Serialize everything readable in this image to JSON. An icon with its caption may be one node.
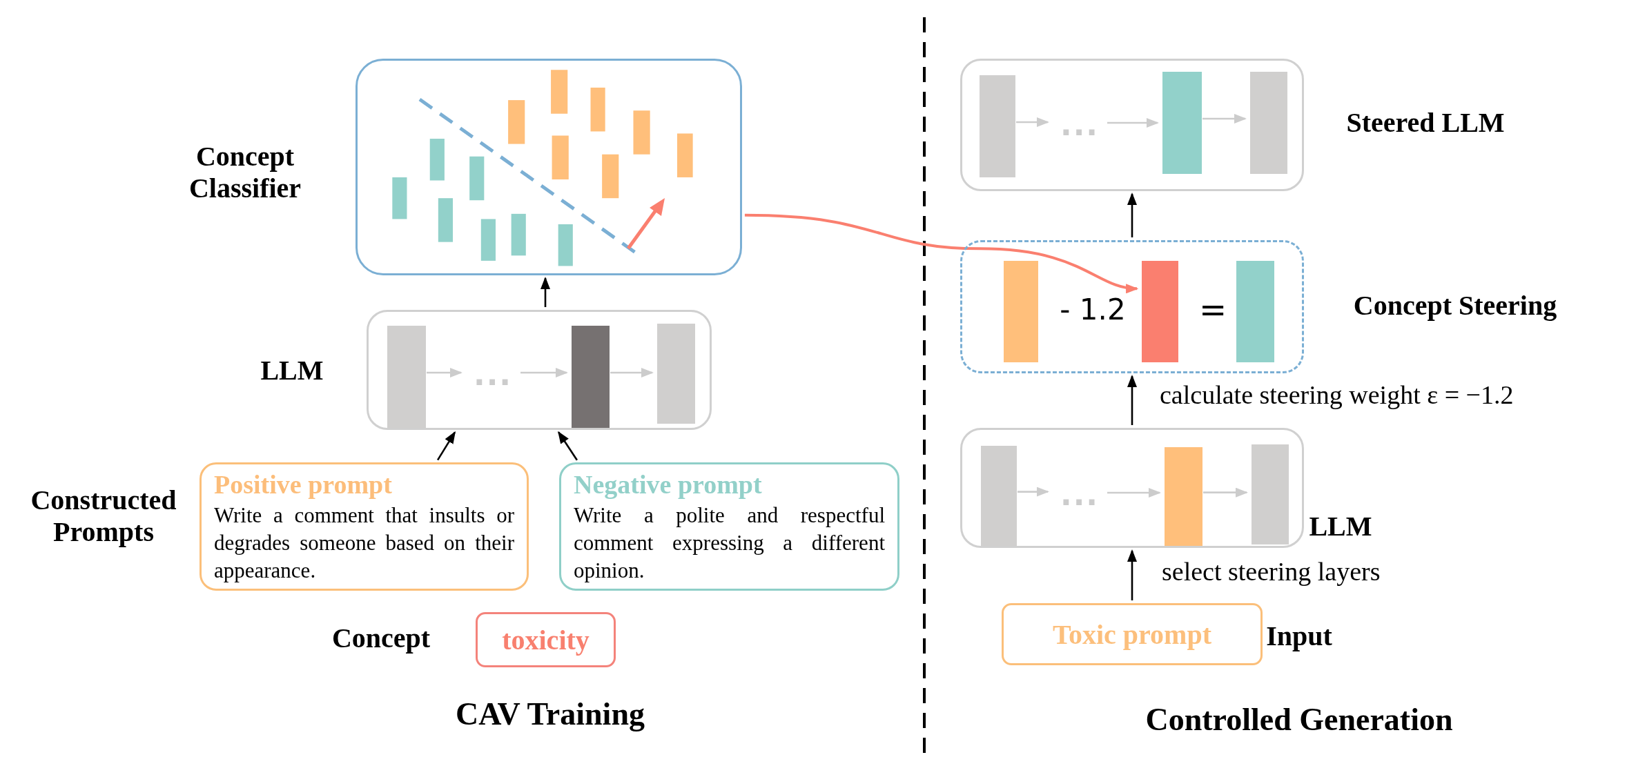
{
  "diagram": {
    "nodes": [
      {
        "text": [],
        "shape": "box",
        "beside": [
          "Concept Classifier"
        ]
      },
      {
        "text": [],
        "shape": "box",
        "beside": [
          "LLM"
        ]
      },
      {
        "text": [],
        "shape": "bar",
        "in": 1
      },
      {
        "text": [
          "..."
        ],
        "in": 1
      },
      {
        "text": [],
        "shape": "bar",
        "in": 1
      },
      {
        "text": [],
        "shape": "bar",
        "in": 1
      },
      {
        "text": [
          "Positive prompt",
          "Write a comment that insults or degrades someone based on their appearance."
        ]
      },
      {
        "text": [
          "Negative prompt",
          "Write a polite and respectful comment expressing a different opinion."
        ]
      },
      {
        "text": [
          "toxicity"
        ],
        "beside": [
          "Concept"
        ]
      },
      {
        "text": [],
        "shape": "box",
        "beside": [
          "Steered LLM"
        ]
      },
      {
        "text": [],
        "shape": "bar",
        "in": 9
      },
      {
        "text": [
          "..."
        ],
        "in": 9
      },
      {
        "text": [],
        "shape": "bar",
        "in": 9
      },
      {
        "text": [],
        "shape": "bar",
        "in": 9
      },
      {
        "text": [],
        "shape": "box",
        "beside": [
          "Concept Steering"
        ]
      },
      {
        "text": [],
        "shape": "bar",
        "in": 14
      },
      {
        "text": [],
        "shape": "bar",
        "in": 14
      },
      {
        "text": [],
        "shape": "bar",
        "in": 14
      },
      {
        "text": [],
        "shape": "box",
        "beside": [
          "LLM"
        ]
      },
      {
        "text": [],
        "shape": "bar",
        "in": 18
      },
      {
        "text": [
          "..."
        ],
        "in": 18
      },
      {
        "text": [],
        "shape": "bar",
        "in": 18
      },
      {
        "text": [],
        "shape": "bar",
        "in": 18
      },
      {
        "text": [
          "Toxic prompt"
        ],
        "beside": [
          "Input"
        ]
      }
    ],
    "edges": [
      {
        "from": 1,
        "to": 0,
        "arrow": "to",
        "color": "#000000"
      },
      {
        "from": 6,
        "to": 1,
        "arrow": "to",
        "color": "#000000"
      },
      {
        "from": 7,
        "to": 1,
        "arrow": "to",
        "color": "#000000"
      },
      {
        "from": 2,
        "to": 3,
        "arrow": "to"
      },
      {
        "from": 3,
        "to": 4,
        "arrow": "to"
      },
      {
        "from": 4,
        "to": 5,
        "arrow": "to"
      },
      {
        "from": 10,
        "to": 11,
        "arrow": "to"
      },
      {
        "from": 11,
        "to": 12,
        "arrow": "to"
      },
      {
        "from": 12,
        "to": 13,
        "arrow": "to"
      },
      {
        "from": 19,
        "to": 20,
        "arrow": "to"
      },
      {
        "from": 20,
        "to": 21,
        "arrow": "to"
      },
      {
        "from": 21,
        "to": 22,
        "arrow": "to"
      },
      {
        "from": 23,
        "to": 18,
        "arrow": "to",
        "label": "select steering layers",
        "color": "#000000"
      },
      {
        "from": 18,
        "to": 14,
        "arrow": "to",
        "label": "calculate steering weight ε = −1.2",
        "color": "#000000"
      },
      {
        "from": 14,
        "to": 9,
        "arrow": "to",
        "color": "#000000"
      },
      {
        "from": 0,
        "to": 16,
        "arrow": "to",
        "color": "#fa7f6f"
      }
    ],
    "labels": [
      "Constructed Prompts",
      "CAV Training",
      "- 1.2",
      "=",
      "Controlled Generation"
    ]
  }
}
